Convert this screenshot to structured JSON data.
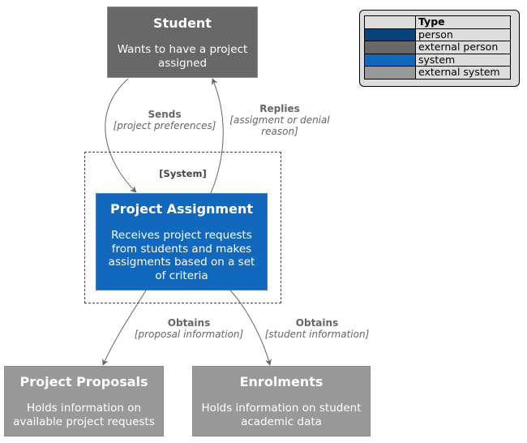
{
  "nodes": {
    "student": {
      "title": "Student",
      "description_lines": [
        "Wants to have a project",
        "assigned"
      ]
    },
    "assignment": {
      "title": "Project Assignment",
      "description_lines": [
        "Receives project requests",
        "from students and makes",
        "assigments based on a set",
        "of criteria"
      ]
    },
    "proposals": {
      "title": "Project Proposals",
      "description_lines": [
        "Holds information on",
        "available project requests"
      ]
    },
    "enrolments": {
      "title": "Enrolments",
      "description_lines": [
        "Holds information on student",
        "academic data"
      ]
    }
  },
  "boundary": {
    "label": "[System]"
  },
  "relations": {
    "sends": {
      "verb": "Sends",
      "tech_lines": [
        "[project preferences]"
      ]
    },
    "replies": {
      "verb": "Replies",
      "tech_lines": [
        "[assigment or denial",
        "reason]"
      ]
    },
    "obtains_proposals": {
      "verb": "Obtains",
      "tech_lines": [
        "[proposal information]"
      ]
    },
    "obtains_enrolments": {
      "verb": "Obtains",
      "tech_lines": [
        "[student information]"
      ]
    }
  },
  "legend": {
    "header": "Type",
    "items": [
      {
        "label": "person",
        "color": "#08427b"
      },
      {
        "label": "external person",
        "color": "#686868"
      },
      {
        "label": "system",
        "color": "#1168bd"
      },
      {
        "label": "external system",
        "color": "#999999"
      }
    ]
  },
  "colors": {
    "person": "#08427b",
    "external_person": "#686868",
    "system": "#1168bd",
    "external_system": "#999999",
    "edge": "#666666"
  }
}
